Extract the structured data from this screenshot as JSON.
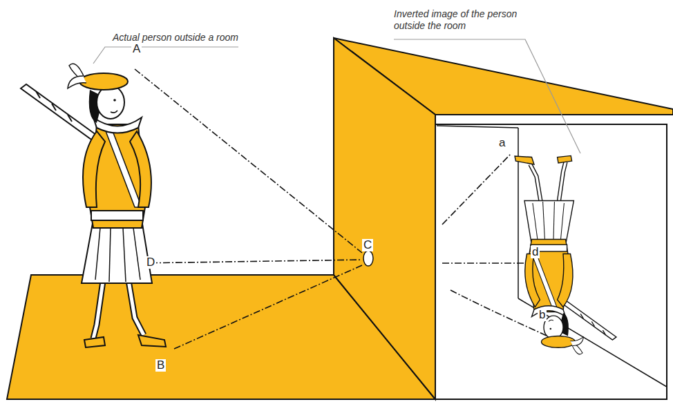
{
  "diagram": {
    "labels": [
      "Inverted image of the person outside the room",
      "Actual person outside a room",
      "A",
      "D",
      "B",
      "C",
      "a",
      "d",
      "b"
    ]
  }
}
